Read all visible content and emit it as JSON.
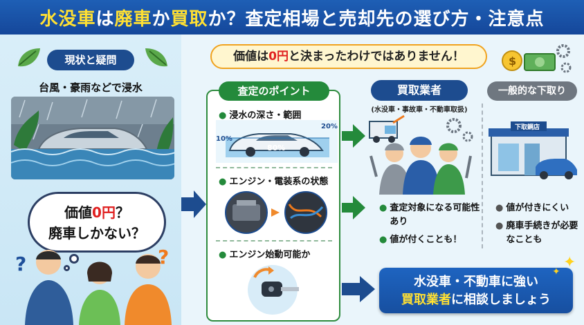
{
  "title": {
    "part1": "水没車",
    "part2": "は",
    "part3": "廃車",
    "part4": "か",
    "part5": "買取",
    "part6": "か？査定相場と売却先の選び方・注意点"
  },
  "situation": {
    "pill": "現状と疑問",
    "caption": "台風・豪雨などで浸水"
  },
  "thought": {
    "line1_a": "価値",
    "line1_red": "0円",
    "line1_b": "？",
    "line2": "廃車しかない？"
  },
  "notice": {
    "a": "価値は",
    "red": "0円",
    "b": "と決まったわけではありません！"
  },
  "points": {
    "header": "査定のポイント",
    "items": [
      {
        "label": "浸水の深さ・範囲"
      },
      {
        "label": "エンジン・電装系の状態"
      },
      {
        "label": "エンジン始動可能か"
      }
    ],
    "car_labels": {
      "left": "10%",
      "center": "80%",
      "right": "20%"
    }
  },
  "buyer": {
    "header": "買取業者",
    "sub": "(水没車・事故車・不動車取扱)",
    "bullets": [
      "査定対象になる可能性あり",
      "値が付くことも！"
    ]
  },
  "dealer": {
    "header": "一般的な下取り",
    "sign": "下取鋼店",
    "bullets": [
      "値が付きにくい",
      "廃車手続きが必要なことも"
    ]
  },
  "cta": {
    "line1": "水没車・不動車に強い",
    "line2_hl": "買取業者",
    "line2_b": "に相談しましょう"
  },
  "colors": {
    "banner": "#1e5fb5",
    "highlight": "#ffe033",
    "green": "#248a3b",
    "navy": "#1d4c8f",
    "red": "#e02020"
  }
}
